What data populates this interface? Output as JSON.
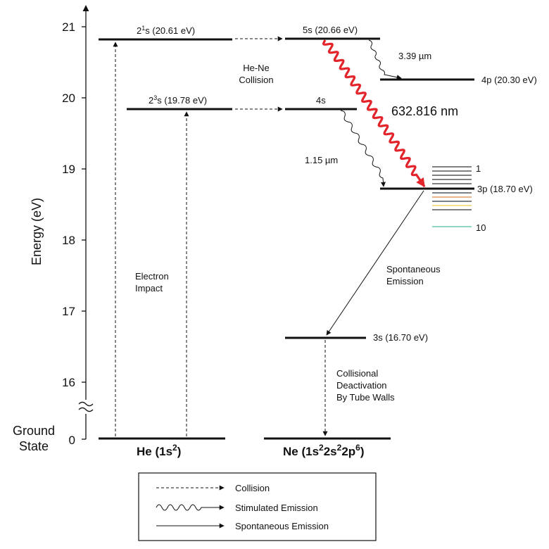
{
  "axis": {
    "ylabel": "Energy (eV)",
    "ticks": [
      "21",
      "20",
      "19",
      "18",
      "17",
      "16",
      "0"
    ],
    "ground_line1": "Ground",
    "ground_line2": "State"
  },
  "he": {
    "ground": "He (1s",
    "ground_sup": "2",
    "ground_end": ")",
    "s1_pre": "2",
    "s1_sup": "1",
    "s1_post": "s (20.61 eV)",
    "s3_pre": "2",
    "s3_sup": "3",
    "s3_post": "s (19.78 eV)"
  },
  "ne": {
    "ground_pre": "Ne (1s",
    "ground_sup1": "2",
    "ground_mid1": "2s",
    "ground_sup2": "2",
    "ground_mid2": "2p",
    "ground_sup3": "6",
    "ground_end": ")",
    "l5s": "5s (20.66 eV)",
    "l4s": "4s",
    "l4p": "4p (20.30 eV)",
    "l3p": "3p (18.70 eV)",
    "l3s": "3s (16.70 eV)",
    "sublevel_first": "1",
    "sublevel_last": "10"
  },
  "annotations": {
    "collision_line1": "He-Ne",
    "collision_line2": "Collision",
    "impact_line1": "Electron",
    "impact_line2": "Impact",
    "wl_339": "3.39 µm",
    "wl_laser": "632.816 nm",
    "wl_115": "1.15 µm",
    "spont_line1": "Spontaneous",
    "spont_line2": "Emission",
    "deact_line1": "Collisional",
    "deact_line2": "Deactivation",
    "deact_line3": "By Tube Walls"
  },
  "legend": {
    "collision": "Collision",
    "stimulated": "Stimulated Emission",
    "spontaneous": "Spontaneous Emission"
  },
  "colors": {
    "laser": "#e3242b",
    "sublevels": [
      "#000000",
      "#000000",
      "#000000",
      "#000000",
      "#000000",
      "#000000",
      "#e06a1a",
      "#000000",
      "#e8c21a",
      "#000000",
      "#1fae8a"
    ]
  }
}
